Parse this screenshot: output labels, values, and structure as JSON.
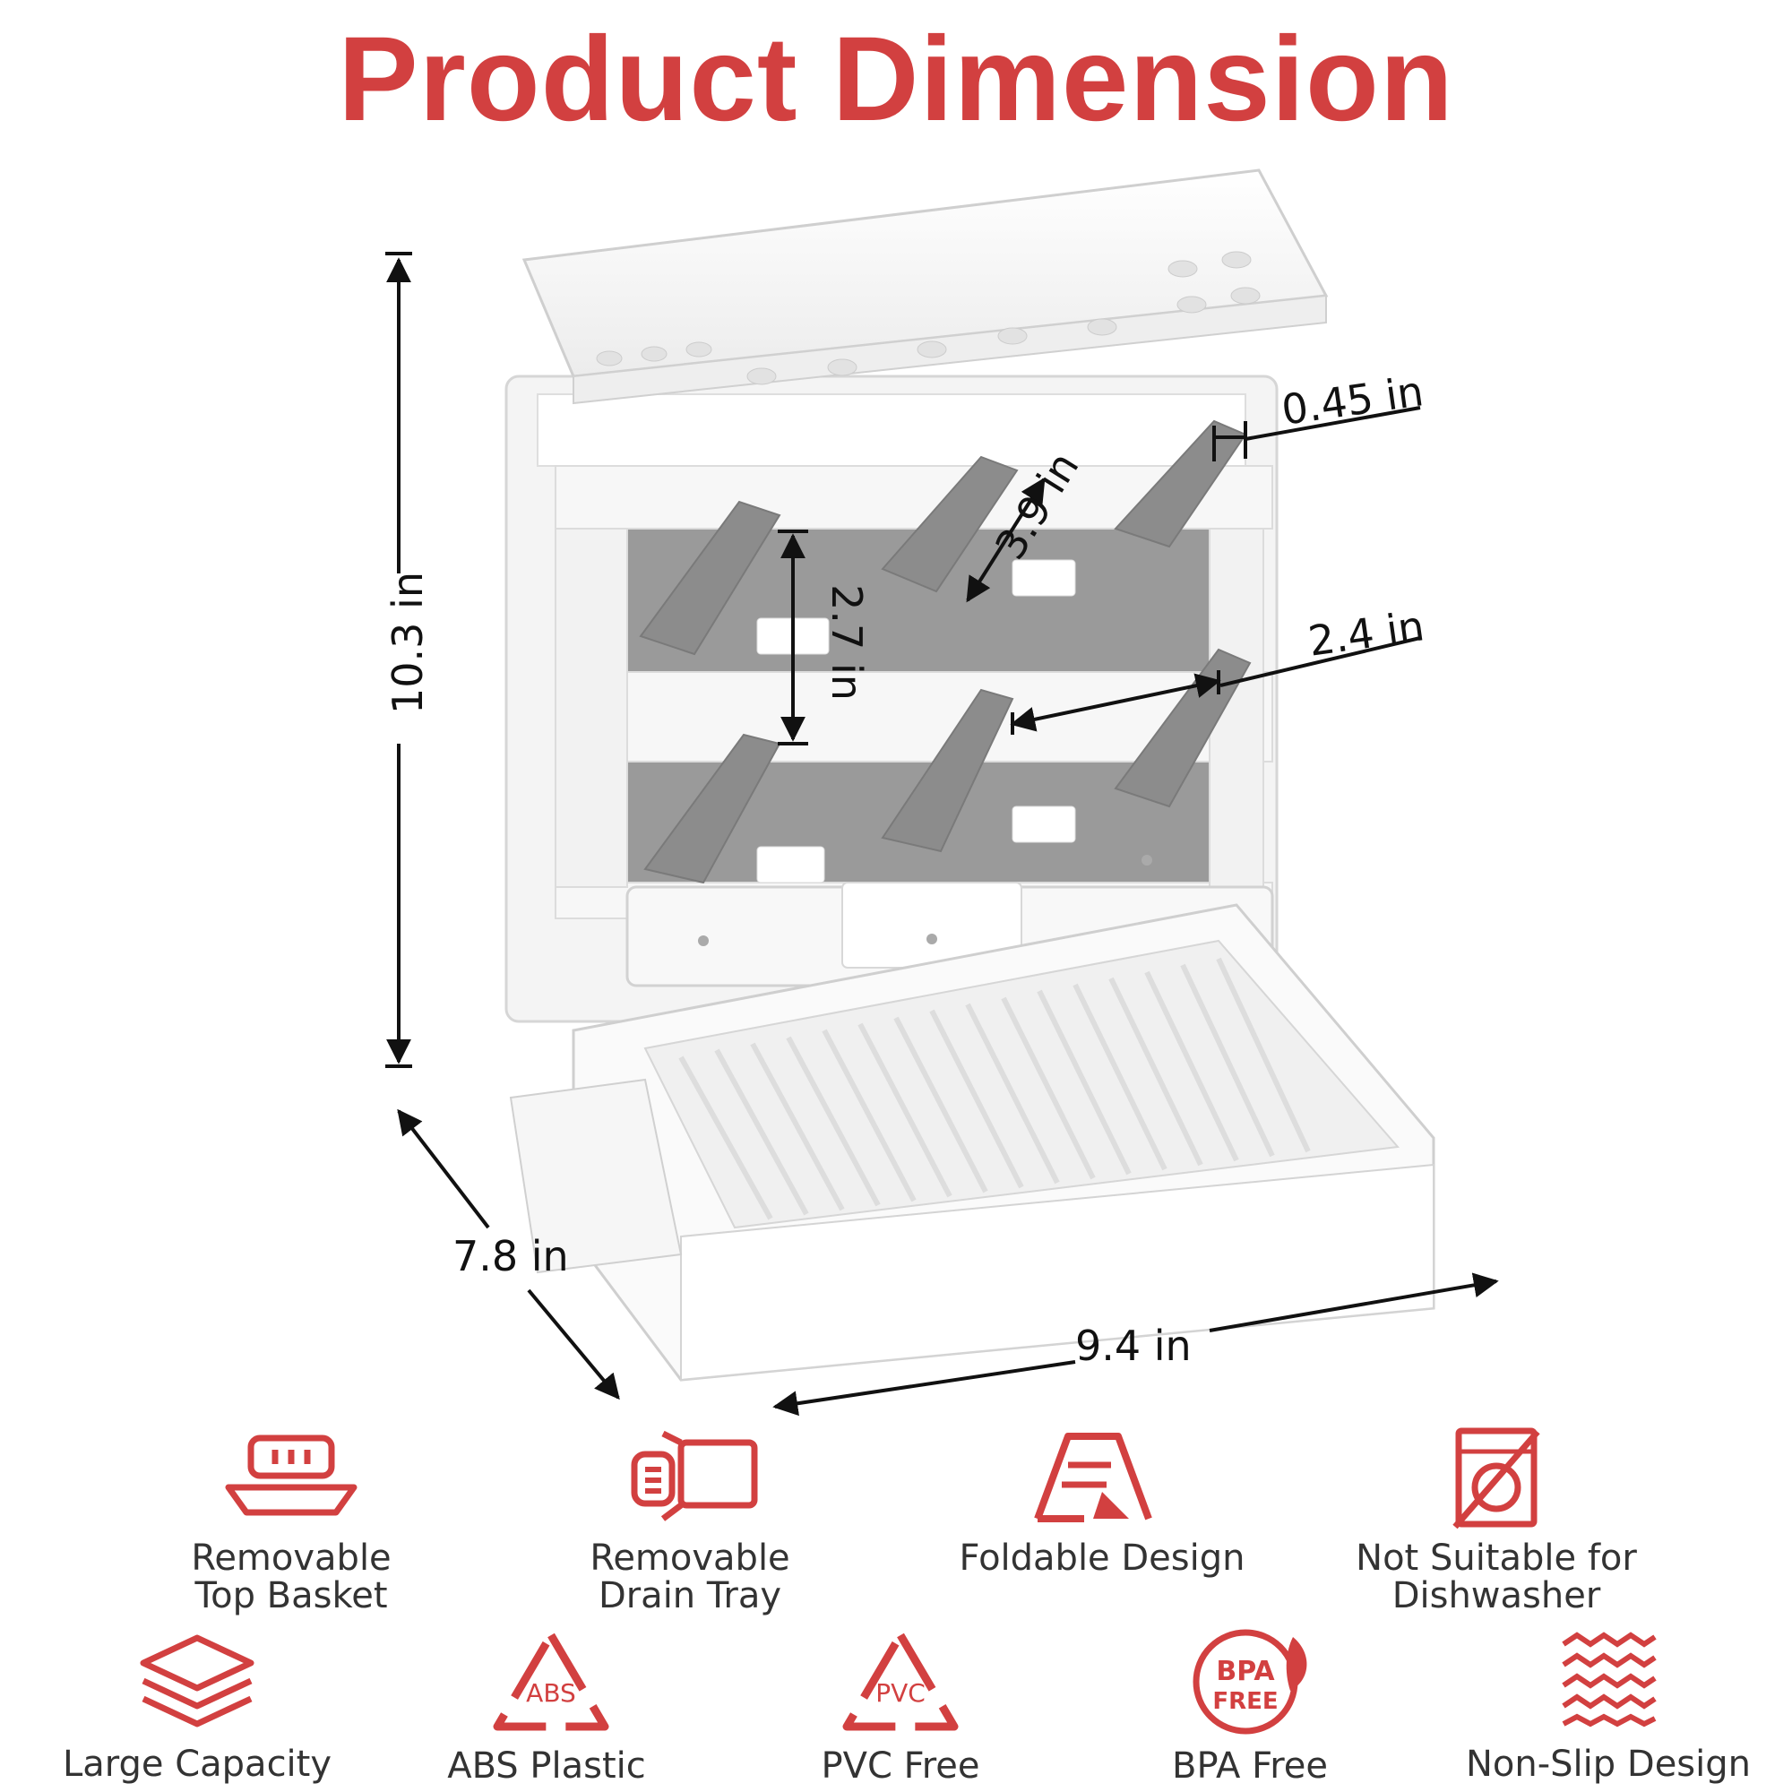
{
  "title": "Product Dimension",
  "accent_color": "#d24040",
  "dimensions": {
    "height": "10.3 in",
    "hook_width": "0.45 in",
    "hook_length": "3.9 in",
    "row_spacing": "2.7 in",
    "hook_spacing": "2.4 in",
    "depth": "7.8 in",
    "width": "9.4 in"
  },
  "features": [
    {
      "label_line1": "Removable",
      "label_line2": "Top Basket",
      "icon": "basket-icon"
    },
    {
      "label_line1": "Removable",
      "label_line2": "Drain Tray",
      "icon": "drain-tray-icon"
    },
    {
      "label_line1": "Foldable Design",
      "label_line2": "",
      "icon": "foldable-icon"
    },
    {
      "label_line1": "Not Suitable for",
      "label_line2": "Dishwasher",
      "icon": "no-dishwasher-icon"
    },
    {
      "label_line1": "Large Capacity",
      "label_line2": "",
      "icon": "layers-icon"
    },
    {
      "label_line1": "ABS Plastic",
      "label_line2": "",
      "icon": "recycle-abs-icon",
      "icon_text": "ABS"
    },
    {
      "label_line1": "PVC Free",
      "label_line2": "",
      "icon": "recycle-pvc-icon",
      "icon_text": "PVC"
    },
    {
      "label_line1": "BPA Free",
      "label_line2": "",
      "icon": "bpa-free-icon",
      "icon_text_1": "BPA",
      "icon_text_2": "FREE"
    },
    {
      "label_line1": "Non-Slip Design",
      "label_line2": "",
      "icon": "non-slip-icon"
    }
  ]
}
